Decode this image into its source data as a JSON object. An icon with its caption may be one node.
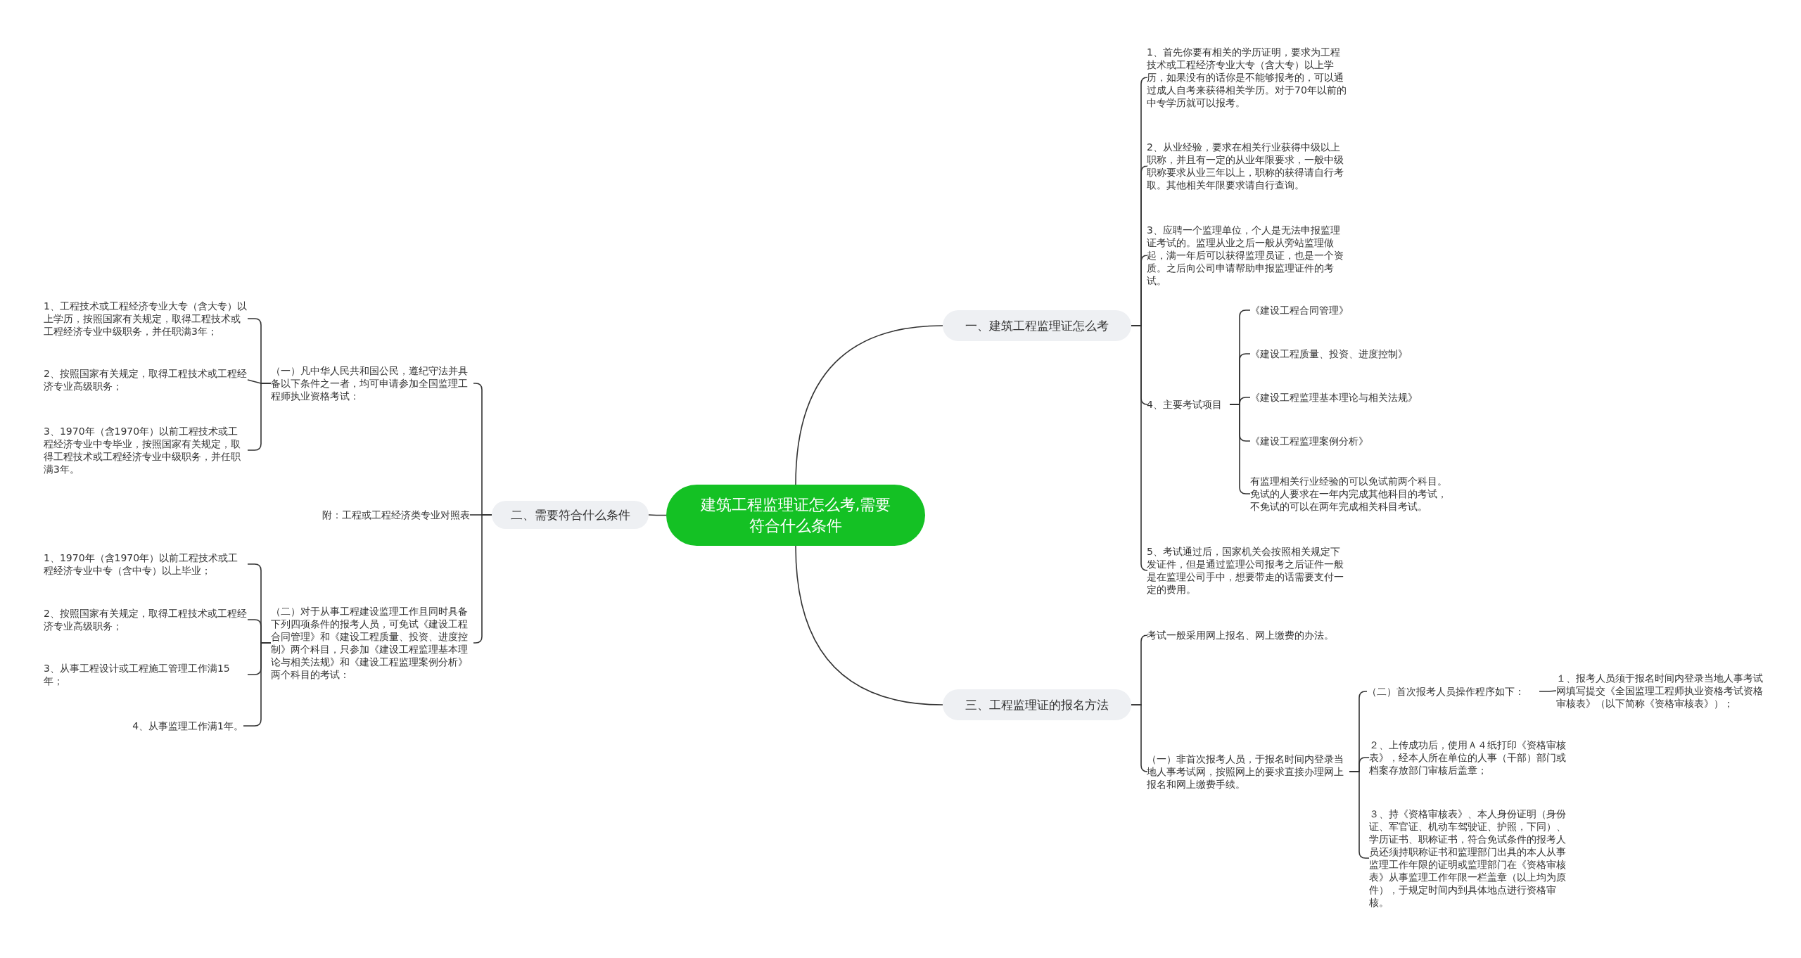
{
  "diagram": {
    "nodes": [
      {
        "text": [
          "建筑工程监理证怎么考,需要符合什么条件"
        ]
      },
      {
        "text": [
          "一、建筑工程监理证怎么考"
        ]
      },
      {
        "text": [
          "1、首先你要有相关的学历证明，要求为工程技术或工程经济专业大专（含大专）以上学历，如果没有的话你是不能够报考的，可以通过成人自考来获得相关学历。对于70年以前的中专学历就可以报考。"
        ]
      },
      {
        "text": [
          "2、从业经验，要求在相关行业获得中级以上职称，并且有一定的从业年限要求，一般中级职称要求从业三年以上，职称的获得请自行考取。其他相关年限要求请自行查询。"
        ]
      },
      {
        "text": [
          "3、应聘一个监理单位，个人是无法申报监理证考试的。监理从业之后一般从旁站监理做起，满一年后可以获得监理员证，也是一个资质。之后向公司申请帮助申报监理证件的考试。"
        ]
      },
      {
        "text": [
          "4、主要考试项目"
        ]
      },
      {
        "text": [
          "《建设工程合同管理》"
        ]
      },
      {
        "text": [
          "《建设工程质量、投资、进度控制》"
        ]
      },
      {
        "text": [
          "《建设工程监理基本理论与相关法规》"
        ]
      },
      {
        "text": [
          "《建设工程监理案例分析》"
        ]
      },
      {
        "text": [
          "有监理相关行业经验的可以免试前两个科目。免试的人要求在一年内完成其他科目的考试，不免试的可以在两年完成相关科目考试。"
        ]
      },
      {
        "text": [
          "5、考试通过后，国家机关会按照相关规定下发证件，但是通过监理公司报考之后证件一般是在监理公司手中，想要带走的话需要支付一定的费用。"
        ]
      },
      {
        "text": [
          "三、工程监理证的报名方法"
        ]
      },
      {
        "text": [
          "考试一般采用网上报名、网上缴费的办法。"
        ]
      },
      {
        "text": [
          "（一）非首次报考人员，于报名时间内登录当地人事考试网，按照网上的要求直接办理网上报名和网上缴费手续。"
        ]
      },
      {
        "text": [
          "（二）首次报考人员操作程序如下："
        ]
      },
      {
        "text": [
          "１、报考人员须于报名时间内登录当地人事考试网填写提交《全国监理工程师执业资格考试资格审核表》（以下简称《资格审核表》）；"
        ]
      },
      {
        "text": [
          "２、上传成功后，使用Ａ４纸打印《资格审核表》，经本人所在单位的人事（干部）部门或档案存放部门审核后盖章；"
        ]
      },
      {
        "text": [
          "３、持《资格审核表》、本人身份证明（身份证、军官证、机动车驾驶证、护照，下同）、学历证书、职称证书，符合免试条件的报考人员还须持职称证书和监理部门出具的本人从事监理工作年限的证明或监理部门在《资格审核表》从事监理工作年限一栏盖章（以上均为原件），于规定时间内到具体地点进行资格审核。"
        ]
      },
      {
        "text": [
          "二、需要符合什么条件"
        ]
      },
      {
        "text": [
          "（一）凡中华人民共和国公民，遵纪守法并具备以下条件之一者，均可申请参加全国监理工程师执业资格考试："
        ]
      },
      {
        "text": [
          "1、工程技术或工程经济专业大专（含大专）以上学历，按照国家有关规定，取得工程技术或工程经济专业中级职务，并任职满3年；"
        ]
      },
      {
        "text": [
          "2、按照国家有关规定，取得工程技术或工程经济专业高级职务；"
        ]
      },
      {
        "text": [
          "3、1970年（含1970年）以前工程技术或工程经济专业中专毕业，按照国家有关规定，取得工程技术或工程经济专业中级职务，并任职满3年。"
        ]
      },
      {
        "text": [
          "附：工程或工程经济类专业对照表"
        ]
      },
      {
        "text": [
          "（二）对于从事工程建设监理工作且同时具备下列四项条件的报考人员，可免试《建设工程合同管理》和《建设工程质量、投资、进度控制》两个科目，只参加《建设工程监理基本理论与相关法规》和《建设工程监理案例分析》两个科目的考试："
        ]
      },
      {
        "text": [
          "1、1970年（含1970年）以前工程技术或工程经济专业中专（含中专）以上毕业；"
        ]
      },
      {
        "text": [
          "2、按照国家有关规定，取得工程技术或工程经济专业高级职务；"
        ]
      },
      {
        "text": [
          "3、从事工程设计或工程施工管理工作满15年；"
        ]
      },
      {
        "text": [
          "4、从事监理工作满1年。"
        ]
      }
    ],
    "edges": [
      {
        "from": 0,
        "to": 1,
        "arrow": "none"
      },
      {
        "from": 1,
        "to": 2,
        "arrow": "none"
      },
      {
        "from": 1,
        "to": 3,
        "arrow": "none"
      },
      {
        "from": 1,
        "to": 4,
        "arrow": "none"
      },
      {
        "from": 1,
        "to": 5,
        "arrow": "none"
      },
      {
        "from": 5,
        "to": 6,
        "arrow": "none"
      },
      {
        "from": 5,
        "to": 7,
        "arrow": "none"
      },
      {
        "from": 5,
        "to": 8,
        "arrow": "none"
      },
      {
        "from": 5,
        "to": 9,
        "arrow": "none"
      },
      {
        "from": 5,
        "to": 10,
        "arrow": "none"
      },
      {
        "from": 1,
        "to": 11,
        "arrow": "none"
      },
      {
        "from": 0,
        "to": 12,
        "arrow": "none"
      },
      {
        "from": 12,
        "to": 13,
        "arrow": "none"
      },
      {
        "from": 12,
        "to": 14,
        "arrow": "none"
      },
      {
        "from": 14,
        "to": 15,
        "arrow": "none"
      },
      {
        "from": 15,
        "to": 16,
        "arrow": "none"
      },
      {
        "from": 14,
        "to": 17,
        "arrow": "none"
      },
      {
        "from": 14,
        "to": 18,
        "arrow": "none"
      },
      {
        "from": 0,
        "to": 19,
        "arrow": "none"
      },
      {
        "from": 19,
        "to": 20,
        "arrow": "none"
      },
      {
        "from": 20,
        "to": 21,
        "arrow": "none"
      },
      {
        "from": 20,
        "to": 22,
        "arrow": "none"
      },
      {
        "from": 20,
        "to": 23,
        "arrow": "none"
      },
      {
        "from": 19,
        "to": 24,
        "arrow": "none"
      },
      {
        "from": 19,
        "to": 25,
        "arrow": "none"
      },
      {
        "from": 25,
        "to": 26,
        "arrow": "none"
      },
      {
        "from": 25,
        "to": 27,
        "arrow": "none"
      },
      {
        "from": 25,
        "to": 28,
        "arrow": "none"
      },
      {
        "from": 25,
        "to": 29,
        "arrow": "none"
      }
    ]
  }
}
